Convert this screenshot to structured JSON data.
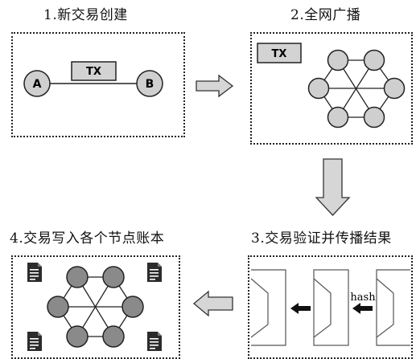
{
  "steps": [
    {
      "title": "1.新交易创建"
    },
    {
      "title": "2.全网广播"
    },
    {
      "title": "3.交易验证并传播结果"
    },
    {
      "title": "4.交易写入各个节点账本"
    }
  ],
  "step1": {
    "node_a": "A",
    "node_b": "B",
    "tx": "TX"
  },
  "step2": {
    "tx": "TX"
  },
  "step3": {
    "hash": "hash"
  },
  "colors": {
    "node_light": "#cfcfcf",
    "node_dark": "#8a8a8a",
    "tx_box": "#d3d3d3",
    "arrow_fill": "#d6d6d6",
    "border": "#222222"
  }
}
